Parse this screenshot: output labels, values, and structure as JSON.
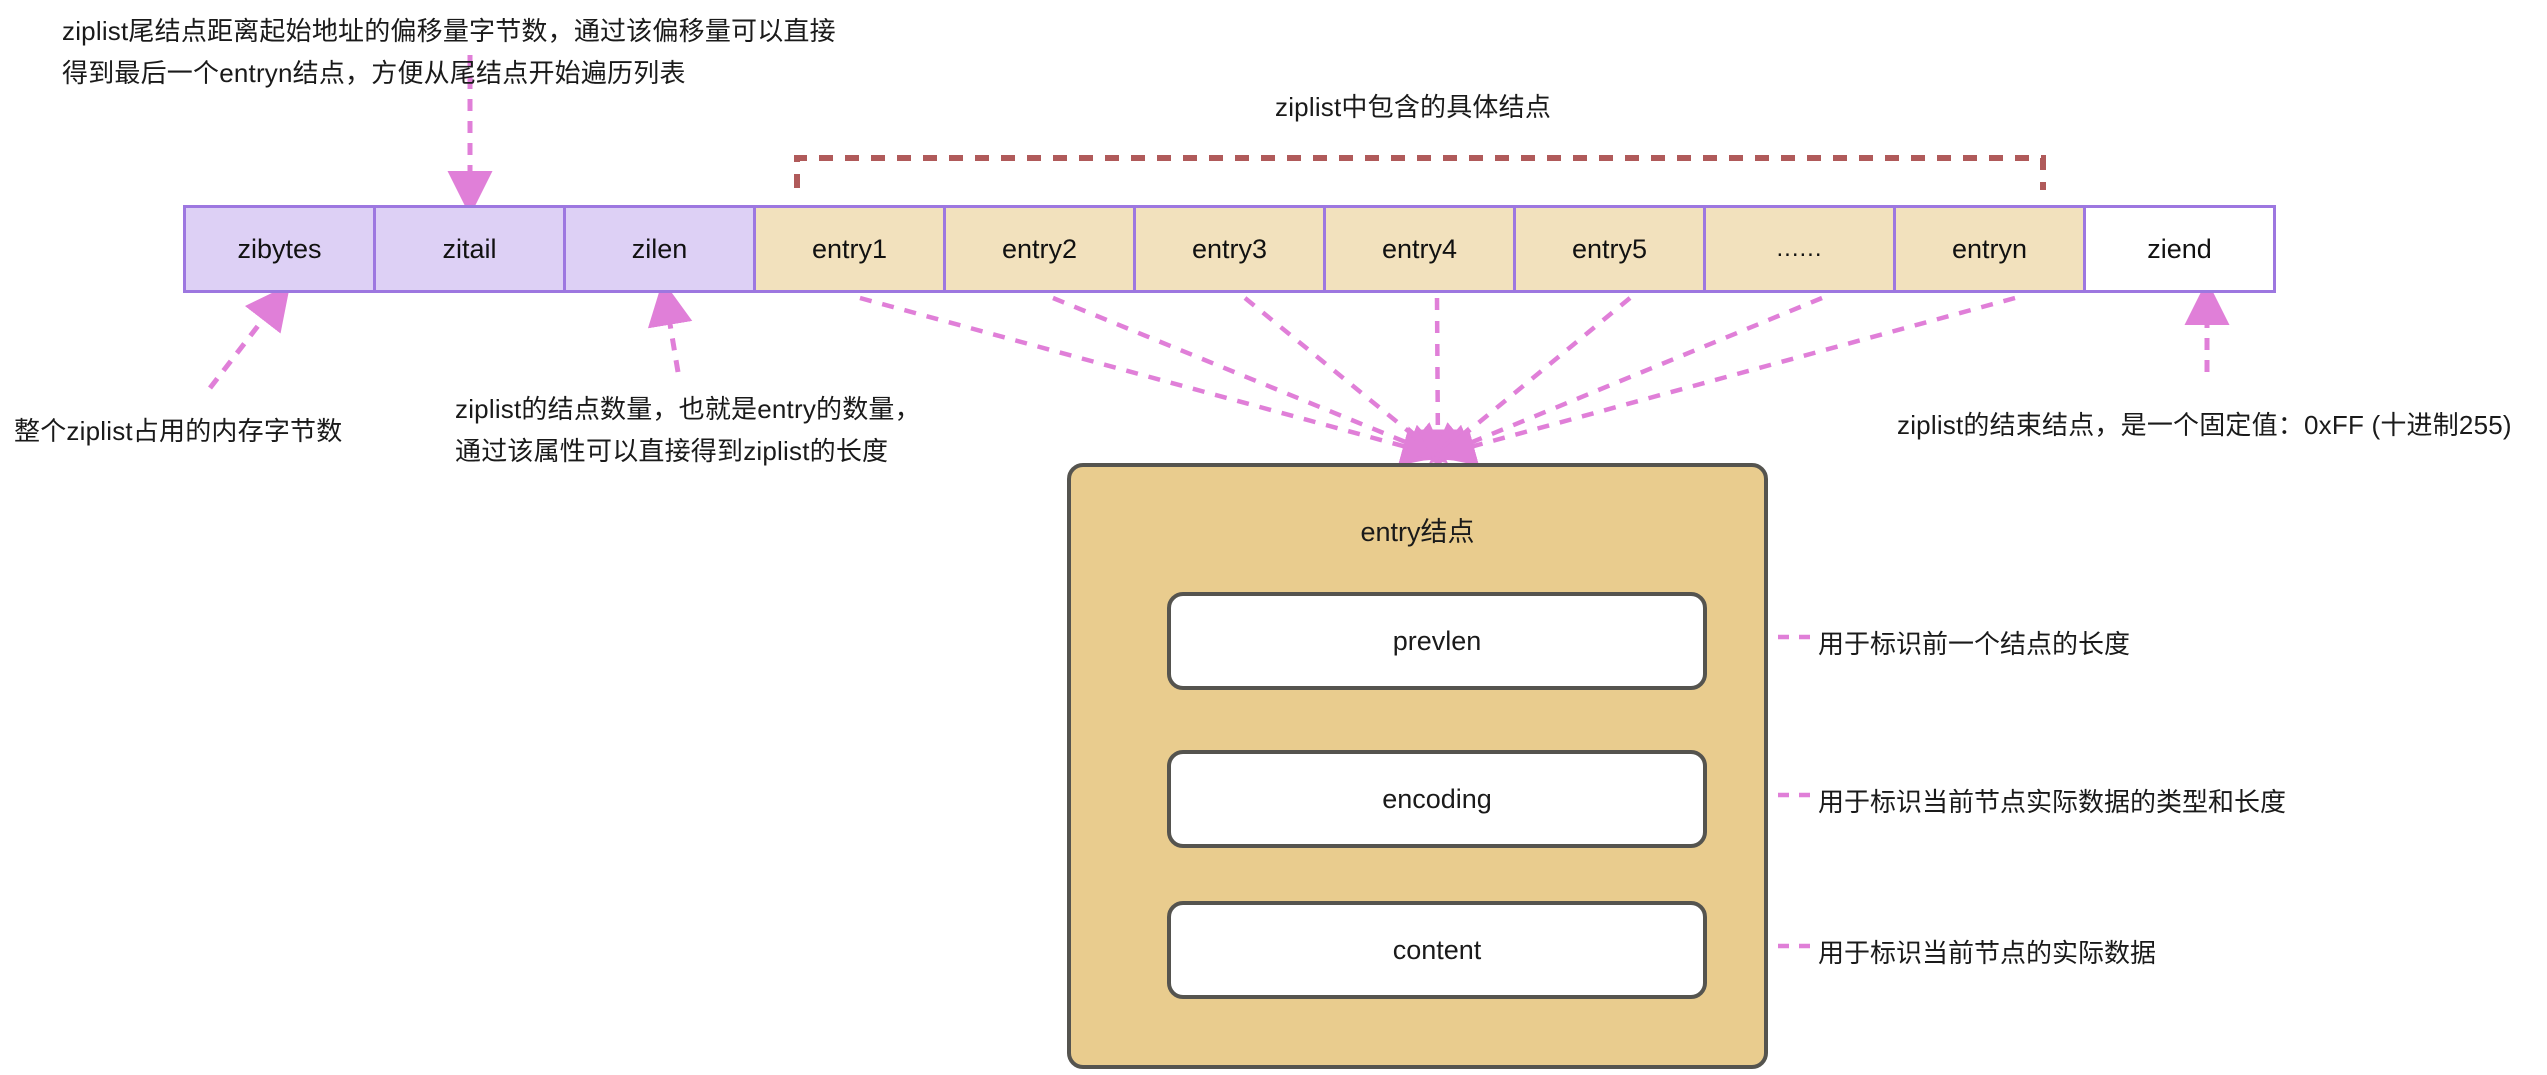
{
  "diagram": {
    "title_note_zitail": "ziplist尾结点距离起始地址的偏移量字节数，通过该偏移量可以直接\n得到最后一个entryn结点，方便从尾结点开始遍历列表",
    "note_zibytes": "整个ziplist占用的内存字节数",
    "note_zilen": "ziplist的结点数量，也就是entry的数量，\n通过该属性可以直接得到ziplist的长度",
    "note_ziend": "ziplist的结束结点，是一个固定值：0xFF (十进制255)",
    "bracket_label": "ziplist中包含的具体结点"
  },
  "strip": {
    "cells": [
      {
        "label": "zibytes",
        "kind": "header"
      },
      {
        "label": "zitail",
        "kind": "header"
      },
      {
        "label": "zilen",
        "kind": "header"
      },
      {
        "label": "entry1",
        "kind": "entry"
      },
      {
        "label": "entry2",
        "kind": "entry"
      },
      {
        "label": "entry3",
        "kind": "entry"
      },
      {
        "label": "entry4",
        "kind": "entry"
      },
      {
        "label": "entry5",
        "kind": "entry"
      },
      {
        "label": "......",
        "kind": "entry"
      },
      {
        "label": "entryn",
        "kind": "entry"
      },
      {
        "label": "ziend",
        "kind": "ziend"
      }
    ]
  },
  "entry_box": {
    "title": "entry结点",
    "fields": [
      {
        "label": "prevlen",
        "callout": "用于标识前一个结点的长度"
      },
      {
        "label": "encoding",
        "callout": "用于标识当前节点实际数据的类型和长度"
      },
      {
        "label": "content",
        "callout": "用于标识当前节点的实际数据"
      }
    ]
  },
  "colors": {
    "header_fill": "#ddd0f5",
    "entry_fill": "#f2e1bd",
    "cell_border": "#9d77e0",
    "entry_box_fill": "#e9cc8e",
    "entry_box_border": "#55544f",
    "arrow_pink": "#e07fd8",
    "bracket_red": "#b05a5a",
    "background": "#ffffff"
  }
}
